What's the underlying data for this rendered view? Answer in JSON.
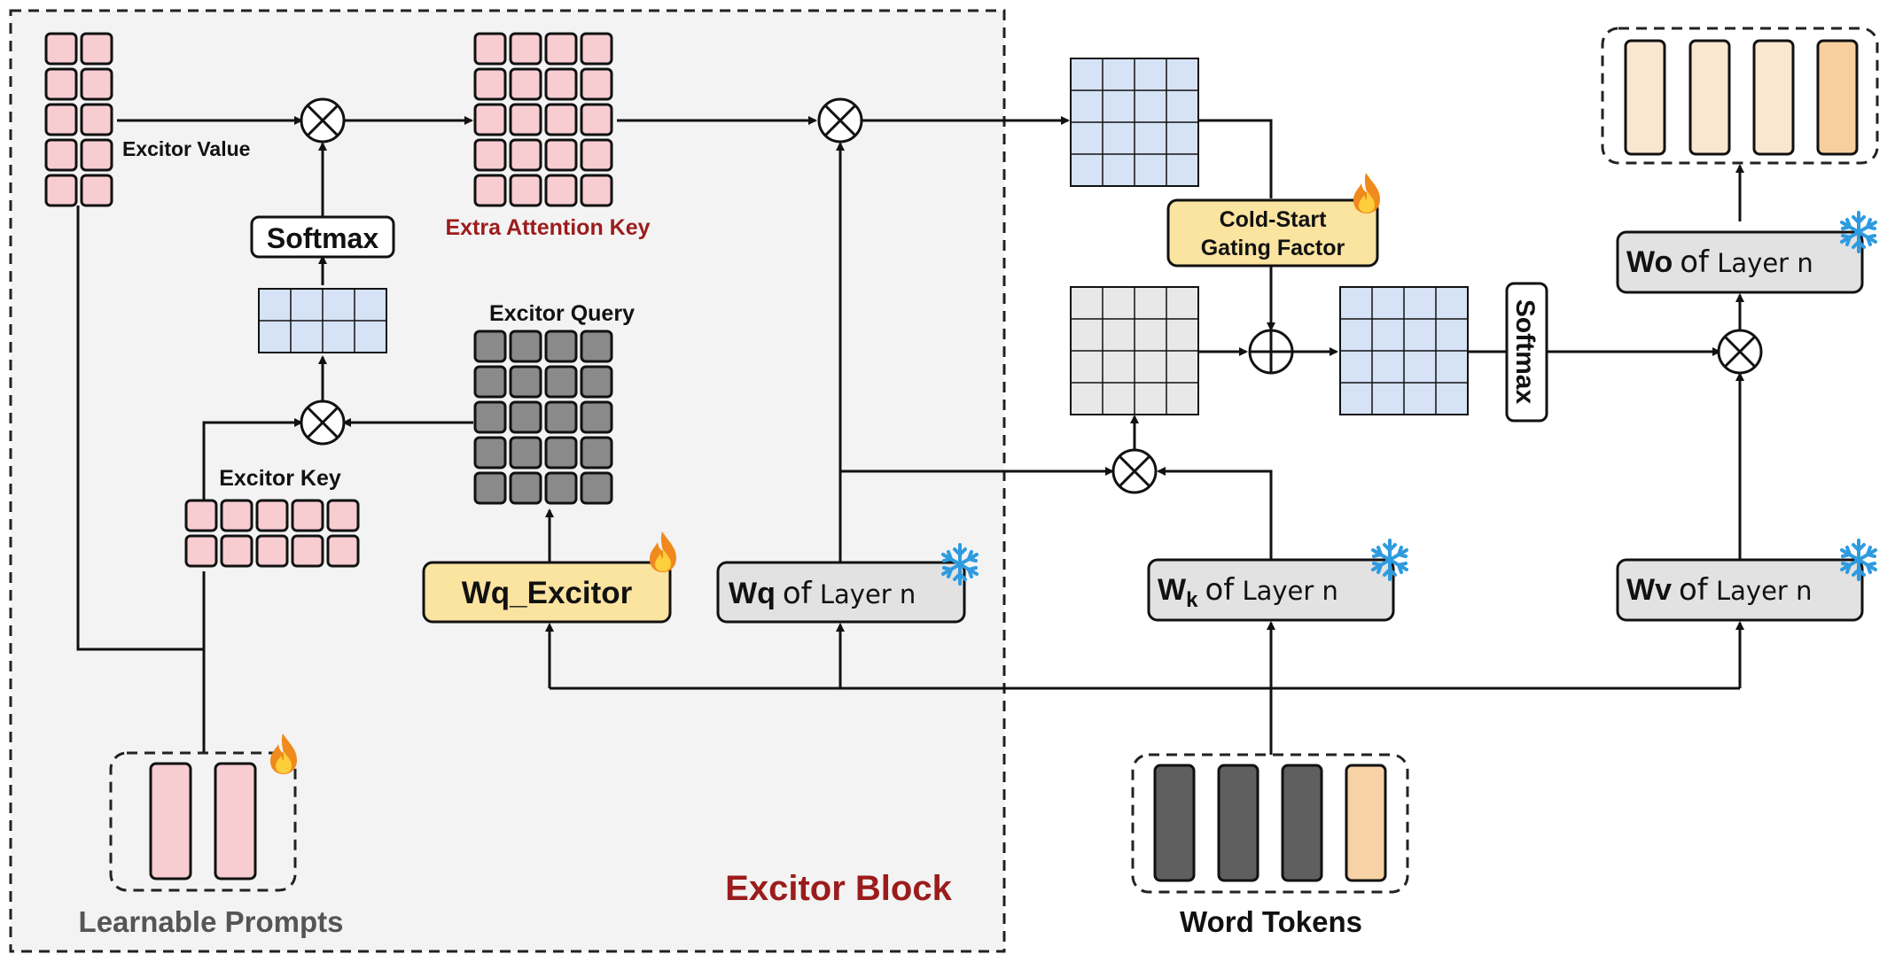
{
  "labels": {
    "excitor_value": "Excitor Value",
    "softmax_left": "Softmax",
    "extra_attention_key": "Extra Attention Key",
    "excitor_query": "Excitor Query",
    "excitor_key": "Excitor Key",
    "wq_excitor": "Wq_Excitor",
    "wq_bold": "Wq",
    "wk_bold": "W",
    "wk_sub": "k",
    "wv_bold": "Wv",
    "wo_bold": "Wo",
    "of_layer_of": "of",
    "of_layer_rest": " Layer n",
    "cold_start_line1": "Cold-Start",
    "cold_start_line2": "Gating Factor",
    "softmax_right": "Softmax",
    "excitor_block": "Excitor Block",
    "learnable_prompts": "Learnable Prompts",
    "word_tokens": "Word Tokens"
  },
  "colors": {
    "pink": "#f7cdd2",
    "blue": "#d6e2f5",
    "light_gray": "#e8e8e8",
    "dark_gray": "#8a8a8a",
    "token_dark": "#5f5f5f",
    "token_orange": "#f7d2a4",
    "out_light": "#fbe6d0",
    "out_orange": "#f7cf9f",
    "trainable_yellow": "#fbe3a0",
    "frozen_gray": "#e2e2e2",
    "block_bg": "#f3f3f3",
    "excitor_red": "#9b1c1c",
    "prompts_gray": "#555555"
  },
  "icons": {
    "trainable": "flame-icon",
    "frozen": "snowflake-icon"
  }
}
